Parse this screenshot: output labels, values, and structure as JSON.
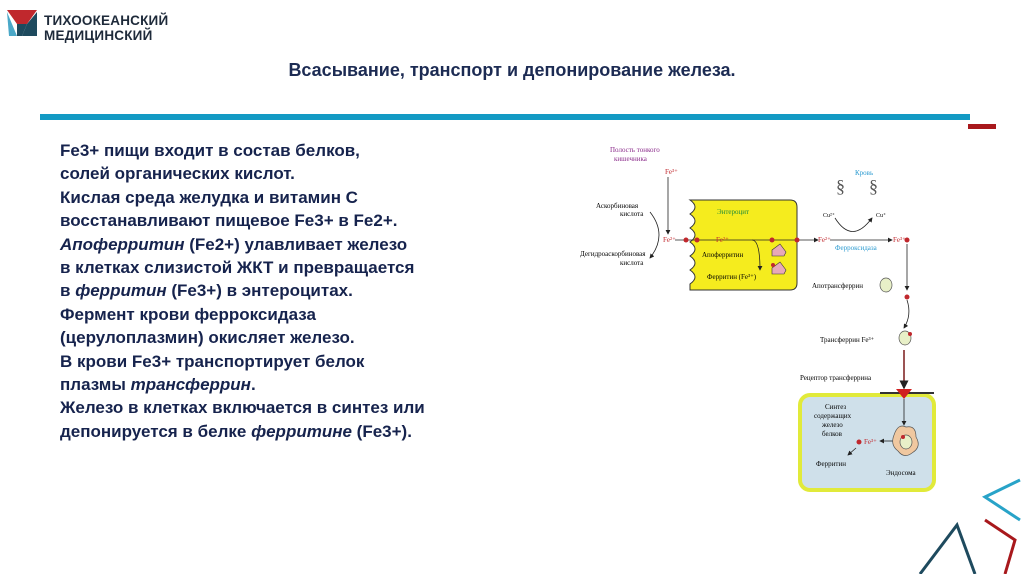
{
  "logo": {
    "line1": "ТИХООКЕАНСКИЙ",
    "line2": "МЕДИЦИНСКИЙ"
  },
  "title": "Всасывание, транспорт и депонирование железа.",
  "body": {
    "l1": "Fe3+ пищи входит в состав белков,",
    "l2": "солей органических кислот.",
    "l3": "Кислая среда желудка и витамин С",
    "l4": "восстанавливают пищевое Fe3+ в Fe2+.",
    "l5a": "Апоферритин",
    "l5b": " (Fe2+) улавливает железо",
    "l6": "в клетках слизистой ЖКТ и превращается",
    "l7a": "в ",
    "l7b": "ферритин",
    "l7c": " (Fe3+) в энтероцитах.",
    "l8": "Фермент крови ферроксидаза",
    "l9": "(церулоплазмин) окисляет железо.",
    "l10": "В крови Fe3+ транспортирует белок",
    "l11a": "плазмы ",
    "l11b": "трансферрин",
    "l11c": ".",
    "l12": "Железо в клетках включается в синтез или",
    "l13a": "депонируется  в белке ",
    "l13b": "ферритине",
    "l13c": " (Fe3+)."
  },
  "diagram": {
    "lumen1": "Полость тонкого",
    "lumen2": "кишечника",
    "fe3": "Fe³⁺",
    "fe2": "Fe²⁺",
    "ascorbic1": "Аскорбиновая",
    "ascorbic2": "кислота",
    "dehydro1": "Дегидроаскорбиновая",
    "dehydro2": "кислота",
    "enterocyte": "Энтероцит",
    "apoferritin": "Апоферритин",
    "ferritin_fe": "Ферритин (Fe³⁺)",
    "blood": "Кровь",
    "cu2": "Cu²⁺",
    "cu1": "Cu⁺",
    "ferroxidase": "Ферроксидаза",
    "apotransferrin": "Апотрансферрин",
    "transferrin": "Трансферрин Fe³⁺",
    "receptor": "Рецептор трансферрина",
    "synth1": "Синтез",
    "synth2": "содержащих",
    "synth3": "железо",
    "synth4": "белков",
    "ferritin": "Ферритин",
    "endosome": "Эндосома"
  },
  "colors": {
    "accent_blue": "#139ac4",
    "accent_red": "#a8181c",
    "text": "#16234d",
    "enterocyte": "#f5ec1e",
    "cell": "#cfe0ea"
  }
}
